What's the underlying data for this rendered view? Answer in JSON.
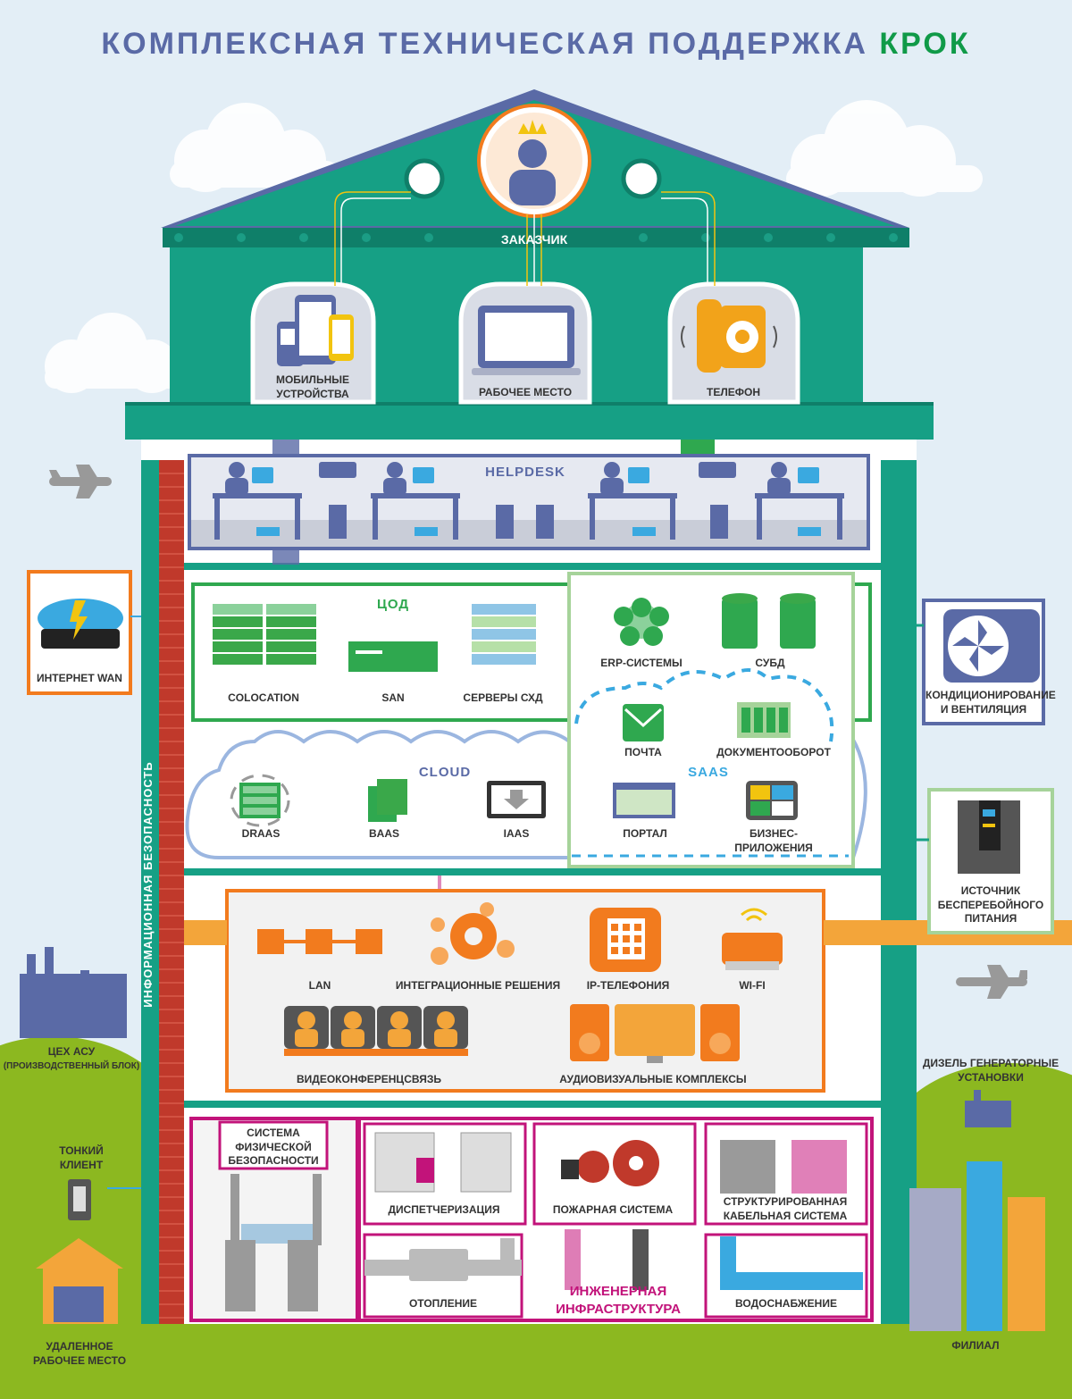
{
  "title": {
    "main": "КОМПЛЕКСНАЯ ТЕХНИЧЕСКАЯ ПОДДЕРЖКА",
    "brand": "КРОК"
  },
  "colors": {
    "title": "#5a6aa6",
    "brand": "#109a48",
    "building": "#16a085",
    "datacenter": "#2fa84f",
    "network": "#f27b1e",
    "engineering": "#c2137a",
    "helpdesk": "#5a6aa6",
    "grass": "#8cb820",
    "brick": "#c0392b"
  },
  "roof": {
    "customer": "ЗАКАЗЧИК",
    "customer_icon": "crowned-person-icon"
  },
  "devices": [
    {
      "label": "МОБИЛЬНЫЕ УСТРОЙСТВА",
      "icon": "smartphone-icon"
    },
    {
      "label": "РАБОЧЕЕ МЕСТО",
      "icon": "laptop-icon"
    },
    {
      "label": "ТЕЛЕФОН",
      "icon": "telephone-icon"
    }
  ],
  "helpdesk": {
    "label": "HELPDESK"
  },
  "datacenter": {
    "label": "ЦОД",
    "items": [
      {
        "label": "COLOCATION",
        "icon": "server-rack-icon"
      },
      {
        "label": "SAN",
        "icon": "storage-box-icon"
      },
      {
        "label": "СЕРВЕРЫ СХД",
        "icon": "storage-server-icon"
      }
    ]
  },
  "cloud": {
    "label": "CLOUD",
    "items": [
      {
        "label": "DRAAS",
        "icon": "server-recovery-icon"
      },
      {
        "label": "BAAS",
        "icon": "documents-icon"
      },
      {
        "label": "IAAS",
        "icon": "monitor-download-icon"
      }
    ]
  },
  "saas": {
    "label": "SAAS",
    "items": [
      {
        "label": "ERP-СИСТЕМЫ",
        "icon": "erp-network-icon"
      },
      {
        "label": "СУБД",
        "icon": "database-icon"
      },
      {
        "label": "ПОЧТА",
        "icon": "mail-icon"
      },
      {
        "label": "ДОКУМЕНТООБОРОТ",
        "icon": "document-flow-icon"
      },
      {
        "label": "ПОРТАЛ",
        "icon": "portal-window-icon"
      },
      {
        "label": "БИЗНЕС-ПРИЛОЖЕНИЯ",
        "icon": "tablet-apps-icon"
      }
    ]
  },
  "network": {
    "items": [
      {
        "label": "LAN",
        "icon": "lan-nodes-icon"
      },
      {
        "label": "ИНТЕГРАЦИОННЫЕ РЕШЕНИЯ",
        "icon": "gears-icon"
      },
      {
        "label": "IP-ТЕЛЕФОНИЯ",
        "icon": "ip-phone-icon"
      },
      {
        "label": "WI-FI",
        "icon": "wifi-router-icon"
      },
      {
        "label": "ВИДЕОКОНФЕРЕНЦСВЯЗЬ",
        "icon": "video-conference-icon"
      },
      {
        "label": "АУДИОВИЗУАЛЬНЫЕ КОМПЛЕКСЫ",
        "icon": "audio-visual-icon"
      }
    ]
  },
  "engineering": {
    "label": "ИНЖЕНЕРНАЯ ИНФРАСТРУКТУРА",
    "items": [
      {
        "label": "СИСТЕМА ФИЗИЧЕСКОЙ БЕЗОПАСНОСТИ",
        "icon": "turnstile-icon"
      },
      {
        "label": "ДИСПЕТЧЕРИЗАЦИЯ",
        "icon": "control-panel-icon"
      },
      {
        "label": "ПОЖАРНАЯ СИСТЕМА",
        "icon": "fire-alarm-icon"
      },
      {
        "label": "СТРУКТУРИРОВАННАЯ КАБЕЛЬНАЯ СИСТЕМА",
        "icon": "cable-reels-icon"
      },
      {
        "label": "ОТОПЛЕНИЕ",
        "icon": "radiator-icon"
      },
      {
        "label": "ВОДОСНАБЖЕНИЕ",
        "icon": "water-pipe-icon"
      }
    ]
  },
  "security_label": "ИНФОРМАЦИОННАЯ БЕЗОПАСНОСТЬ",
  "side_left": [
    {
      "label": "ИНТЕРНЕТ WAN",
      "icon": "internet-router-icon"
    },
    {
      "label": "ЦЕХ АСУ",
      "sub": "(ПРОИЗВОДСТВЕННЫЙ БЛОК)",
      "icon": "factory-icon"
    },
    {
      "label": "ТОНКИЙ КЛИЕНТ",
      "icon": "thin-client-icon"
    },
    {
      "label": "УДАЛЕННОЕ РАБОЧЕЕ МЕСТО",
      "icon": "remote-house-icon"
    }
  ],
  "side_right": [
    {
      "label": "КОНДИЦИОНИРОВАНИЕ И ВЕНТИЛЯЦИЯ",
      "icon": "fan-icon"
    },
    {
      "label": "ИСТОЧНИК БЕСПЕРЕБОЙНОГО ПИТАНИЯ",
      "icon": "ups-icon"
    },
    {
      "label": "ДИЗЕЛЬ ГЕНЕРАТОРНЫЕ УСТАНОВКИ",
      "icon": "generator-icon"
    },
    {
      "label": "ФИЛИАЛ",
      "icon": "city-buildings-icon"
    }
  ]
}
